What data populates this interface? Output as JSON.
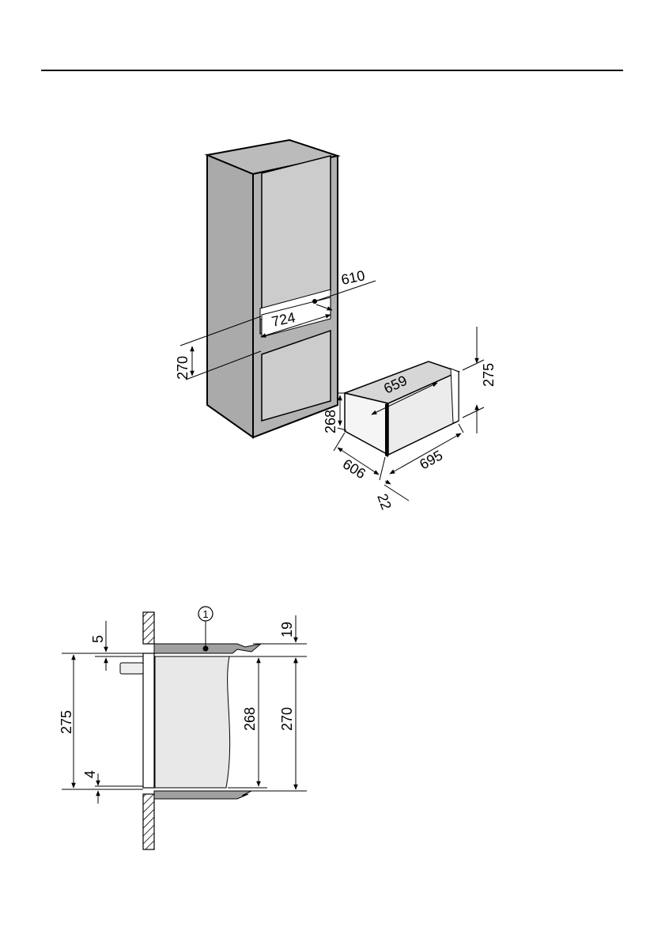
{
  "figure_top": {
    "niche_width": "610",
    "niche_depth": "724",
    "niche_height": "270",
    "drawer_inner_width": "659",
    "drawer_height": "268",
    "drawer_front_height": "275",
    "drawer_depth": "606",
    "drawer_front_width": "695",
    "front_thickness": "22"
  },
  "figure_section": {
    "callout_number": "1",
    "gap_top": "5",
    "front_height": "275",
    "gap_bottom": "4",
    "body_height": "268",
    "niche_height": "270",
    "shelf_thickness": "19"
  },
  "colors": {
    "cabinet_fill": "#aaaaaa",
    "door_fill": "#cccccc",
    "drawer_fill": "#f2f2f2",
    "section_body": "#e8e8e8",
    "shelf_fill": "#a0a0a0"
  }
}
